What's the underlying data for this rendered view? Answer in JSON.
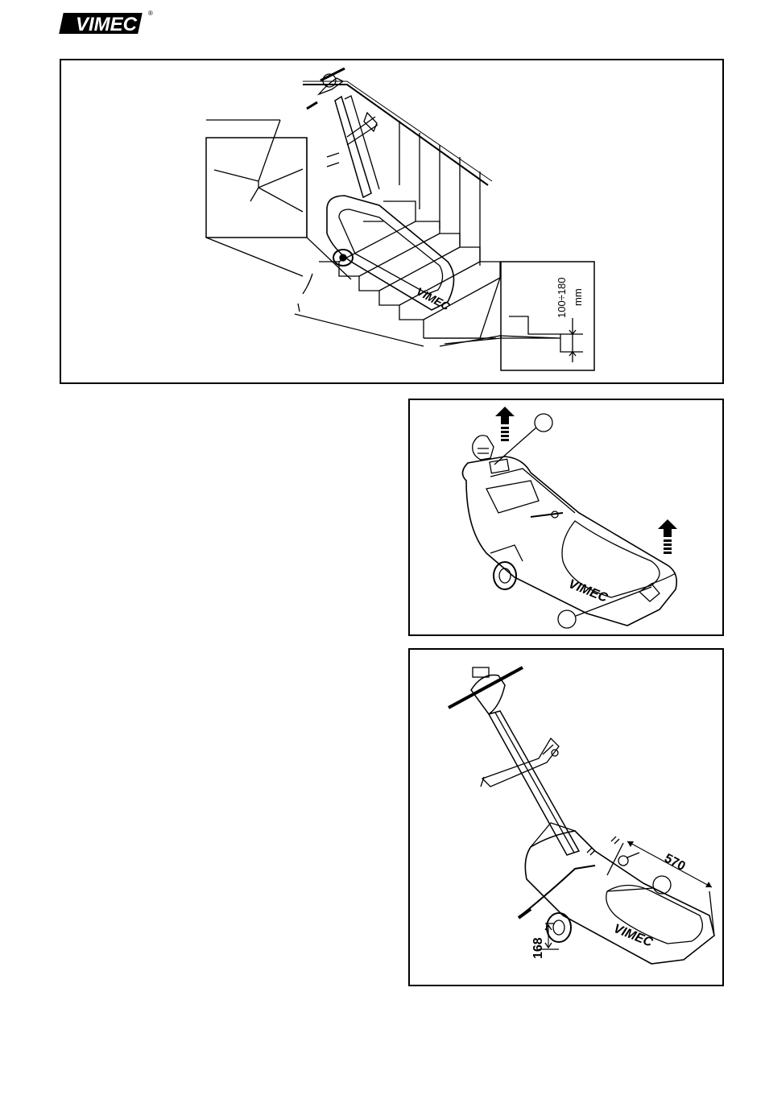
{
  "header": {
    "brand_logo": "VIMEC",
    "registered_mark": "®"
  },
  "figure_top": {
    "machine_brand": "VIMEC",
    "step_height_value": "100÷180",
    "step_height_unit": "mm"
  },
  "figure_middle": {
    "machine_brand": "VIMEC"
  },
  "figure_bottom": {
    "machine_brand": "VIMEC",
    "width_dimension": "570",
    "wheel_height_dimension": "168"
  },
  "colors": {
    "line": "#000000",
    "background": "#ffffff"
  }
}
